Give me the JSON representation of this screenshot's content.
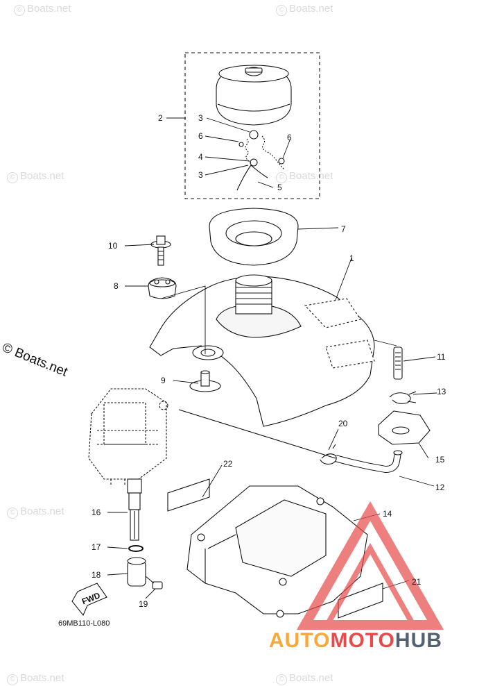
{
  "watermark": {
    "text": "Boats.net",
    "copyright_symbol": "©"
  },
  "copyright_text": "© Boats.net",
  "part_code": "69MB110-L080",
  "fwd_label": "FWD",
  "brand": {
    "part1": "AUTO",
    "part2": "MOTO",
    "part3": "HUB",
    "colors": {
      "auto": "#f6a83b",
      "moto": "#e84a4a",
      "hub": "#556070",
      "triangle": "#e84a4a"
    }
  },
  "callouts": {
    "c1": "1",
    "c2": "2",
    "c3a": "3",
    "c3b": "3",
    "c4": "4",
    "c5": "5",
    "c6a": "6",
    "c6b": "6",
    "c7": "7",
    "c8": "8",
    "c9": "9",
    "c10": "10",
    "c11": "11",
    "c12": "12",
    "c13": "13",
    "c14": "14",
    "c15": "15",
    "c16": "16",
    "c17": "17",
    "c18": "18",
    "c19": "19",
    "c20": "20",
    "c21": "21",
    "c22": "22"
  }
}
